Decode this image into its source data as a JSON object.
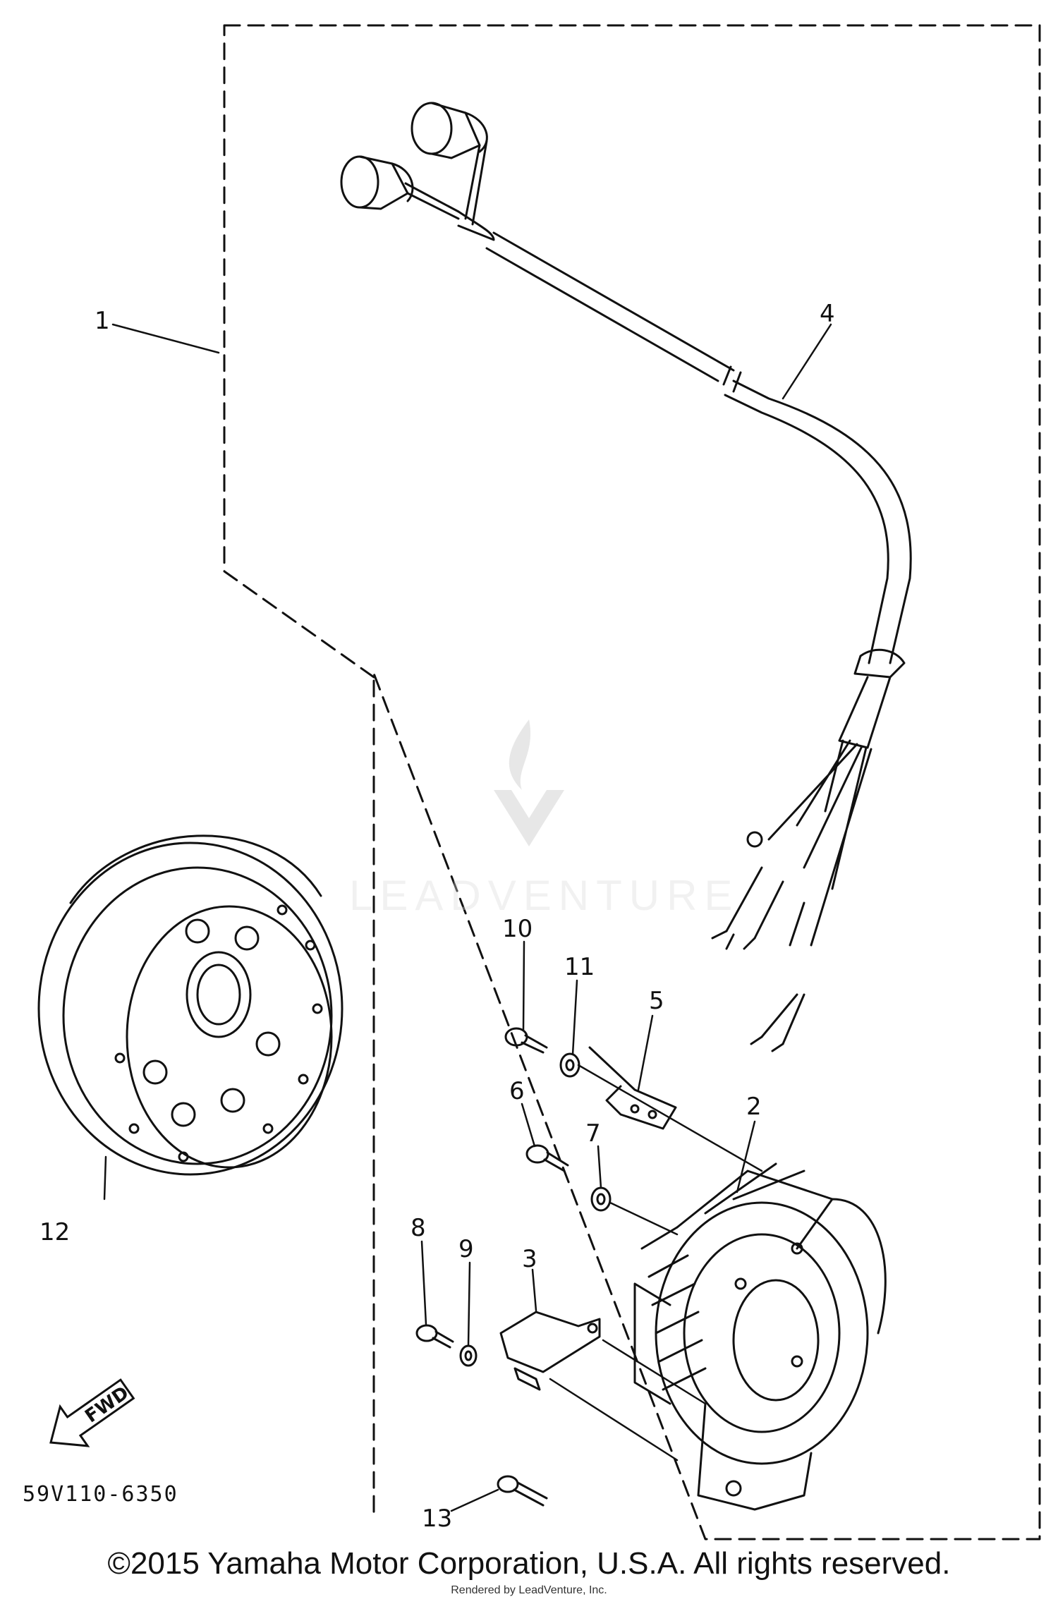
{
  "diagram": {
    "callouts": [
      "1",
      "2",
      "3",
      "4",
      "5",
      "6",
      "7",
      "8",
      "9",
      "10",
      "11",
      "12",
      "13"
    ],
    "part_code": "59V110-6350",
    "fwd_label": "FWD",
    "watermark": "LEADVENTURE"
  },
  "footer": {
    "copyright": "©2015 Yamaha Motor Corporation, U.S.A. All rights reserved.",
    "rendered_by": "Rendered by LeadVenture, Inc."
  }
}
